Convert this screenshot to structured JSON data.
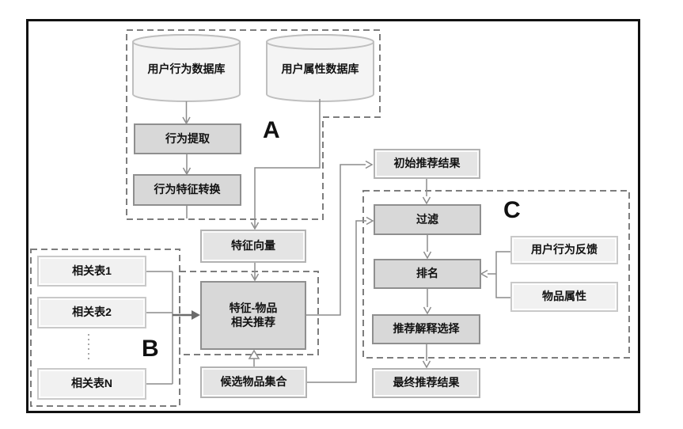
{
  "colors": {
    "frame": "#111111",
    "dashed_outline": "#7d7d7d",
    "connector": "#8c8c8c",
    "connector_dark": "#6b6b6b",
    "node_dark_fill": "#d8d8d8",
    "node_dark_border": "#8f8f8f",
    "node_mid_fill": "#e4e4e4",
    "node_mid_border": "#b2b2b2",
    "node_light_fill": "#f1f1f1",
    "node_light_border": "#c9c9c9",
    "cylinder_fill": "#f4f4f4",
    "cylinder_border": "#bfbfbf",
    "text": "#111111"
  },
  "groups": {
    "a": {
      "label": "A"
    },
    "b": {
      "label": "B"
    },
    "c": {
      "label": "C"
    }
  },
  "databases": {
    "user_behavior": {
      "label": "用户行为数据库"
    },
    "user_attribute": {
      "label": "用户属性数据库"
    }
  },
  "nodes": {
    "behavior_extraction": {
      "label": "行为提取"
    },
    "behavior_feature_conversion": {
      "label": "行为特征转换"
    },
    "feature_vector": {
      "label": "特征向量"
    },
    "feature_item_recommendation": {
      "label": "特征-物品\n相关推荐"
    },
    "candidate_item_set": {
      "label": "候选物品集合"
    },
    "related_table_1": {
      "label": "相关表1"
    },
    "related_table_2": {
      "label": "相关表2"
    },
    "related_table_n": {
      "label": "相关表N"
    },
    "initial_recommendation_result": {
      "label": "初始推荐结果"
    },
    "filter": {
      "label": "过滤"
    },
    "ranking": {
      "label": "排名"
    },
    "recommendation_explanation_selection": {
      "label": "推荐解释选择"
    },
    "final_recommendation_result": {
      "label": "最终推荐结果"
    },
    "user_behavior_feedback": {
      "label": "用户行为反馈"
    },
    "item_attributes": {
      "label": "物品属性"
    }
  }
}
